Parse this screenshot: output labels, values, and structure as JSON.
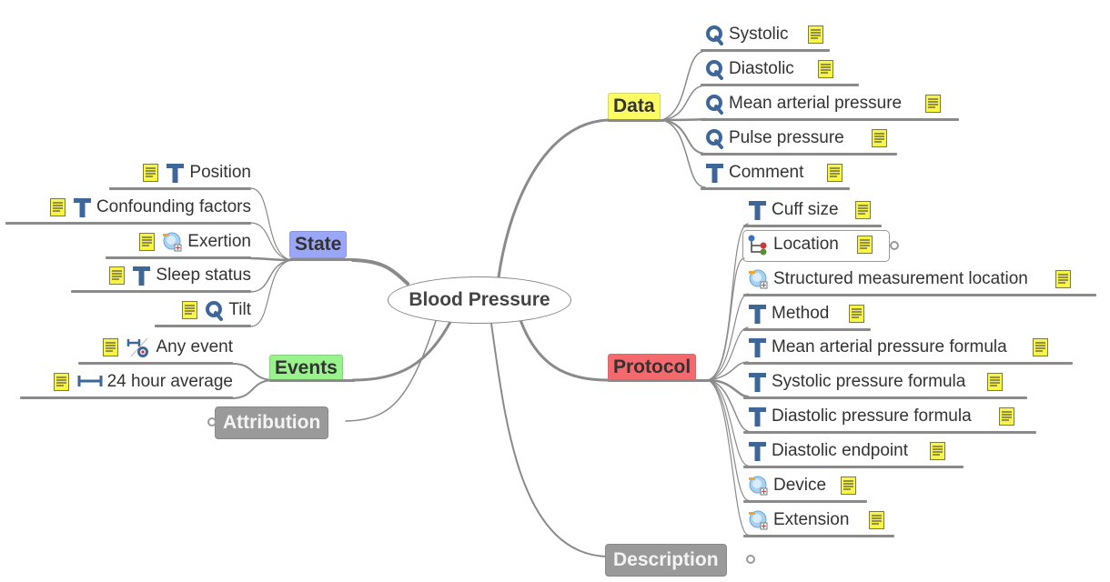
{
  "central": {
    "label": "Blood Pressure"
  },
  "branches": {
    "data": {
      "label": "Data",
      "color": "#fbfb62",
      "items": [
        {
          "icon": "quantity",
          "label": "Systolic",
          "note": true
        },
        {
          "icon": "quantity",
          "label": "Diastolic",
          "note": true
        },
        {
          "icon": "quantity",
          "label": "Mean arterial pressure",
          "note": true
        },
        {
          "icon": "quantity",
          "label": "Pulse pressure",
          "note": true
        },
        {
          "icon": "text",
          "label": "Comment",
          "note": true
        }
      ]
    },
    "protocol": {
      "label": "Protocol",
      "color": "#f4696e",
      "items": [
        {
          "icon": "text",
          "label": "Cuff size",
          "note": true
        },
        {
          "icon": "cluster",
          "label": "Location",
          "note": true,
          "selected": true
        },
        {
          "icon": "slot",
          "label": "Structured measurement location",
          "note": true
        },
        {
          "icon": "text",
          "label": "Method",
          "note": true
        },
        {
          "icon": "text",
          "label": "Mean arterial pressure formula",
          "note": true
        },
        {
          "icon": "text",
          "label": "Systolic pressure formula",
          "note": true
        },
        {
          "icon": "text",
          "label": "Diastolic pressure formula",
          "note": true
        },
        {
          "icon": "text",
          "label": "Diastolic endpoint",
          "note": true
        },
        {
          "icon": "slot",
          "label": "Device",
          "note": true
        },
        {
          "icon": "slot",
          "label": "Extension",
          "note": true
        }
      ]
    },
    "state": {
      "label": "State",
      "color": "#9aa7f8",
      "items": [
        {
          "icon": "text",
          "label": "Position",
          "note": true
        },
        {
          "icon": "text",
          "label": "Confounding factors",
          "note": true
        },
        {
          "icon": "slot",
          "label": "Exertion",
          "note": true
        },
        {
          "icon": "text",
          "label": "Sleep status",
          "note": true
        },
        {
          "icon": "quantity",
          "label": "Tilt",
          "note": true
        }
      ]
    },
    "events": {
      "label": "Events",
      "color": "#99f38c",
      "items": [
        {
          "icon": "point-event",
          "label": "Any event",
          "note": true
        },
        {
          "icon": "interval-event",
          "label": "24 hour average",
          "note": true
        }
      ]
    },
    "attribution": {
      "label": "Attribution",
      "color": "#9a9a9a"
    },
    "description": {
      "label": "Description",
      "color": "#9a9a9a"
    }
  }
}
